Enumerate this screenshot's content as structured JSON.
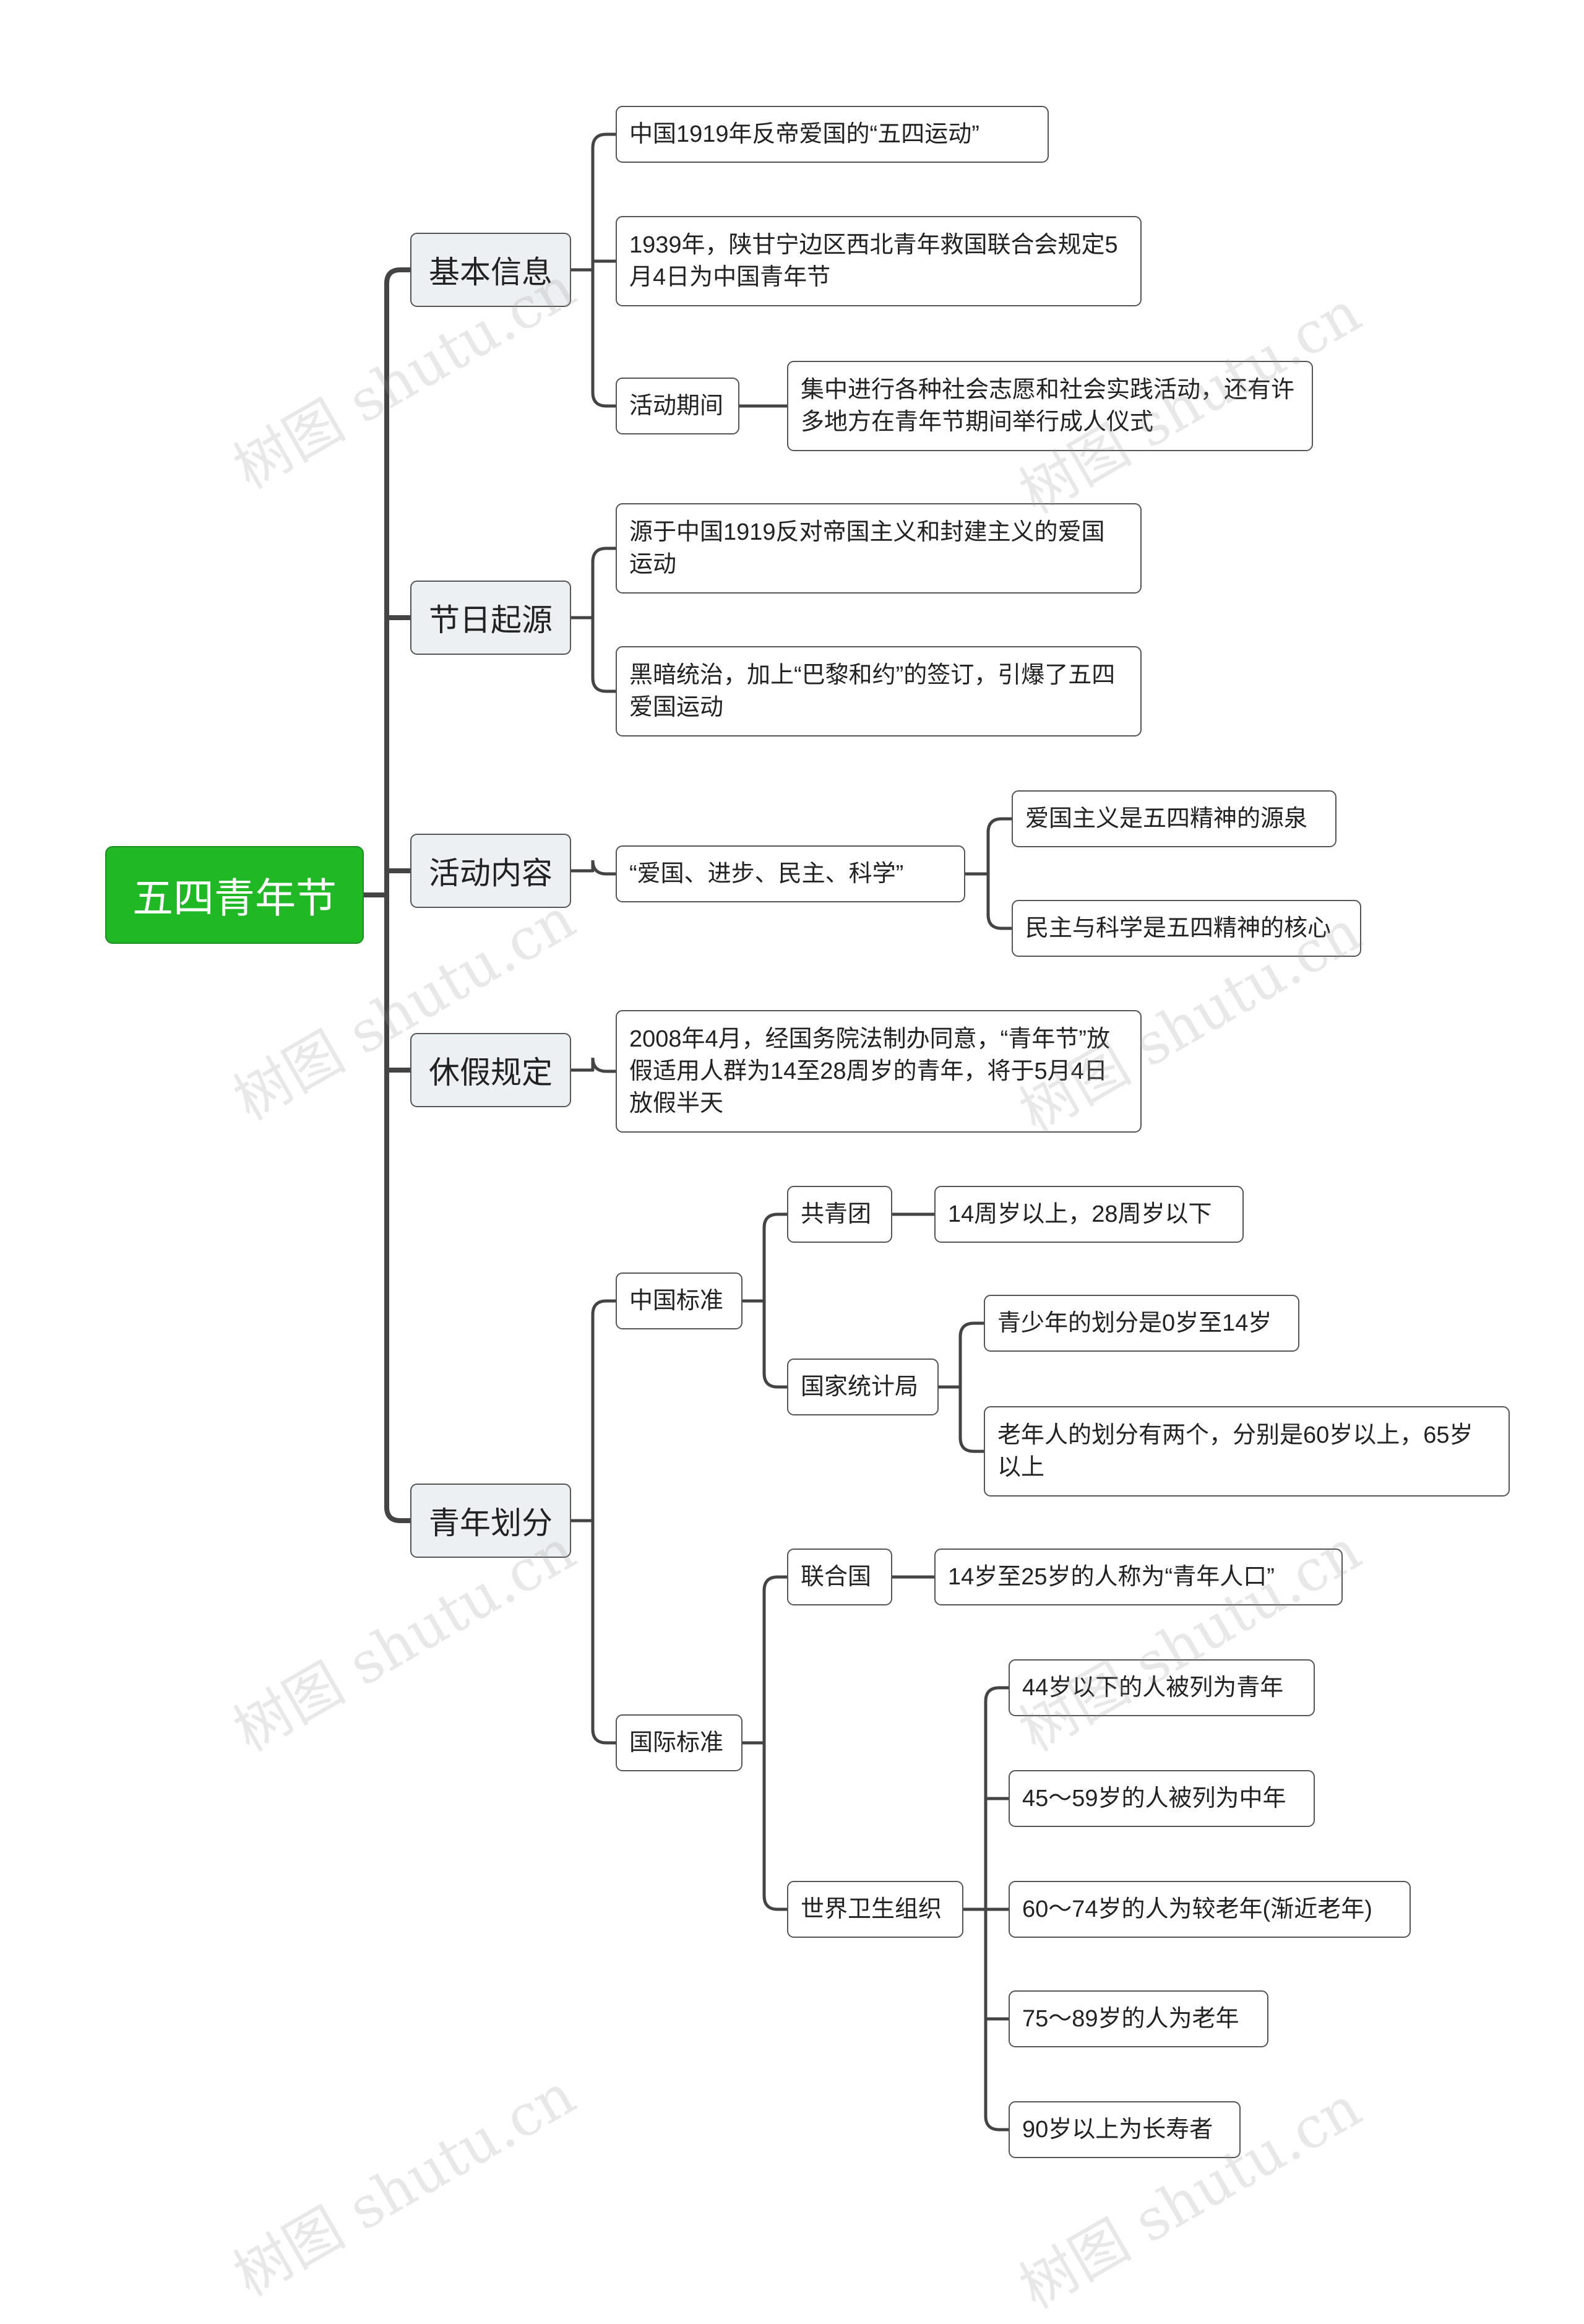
{
  "mindmap": {
    "root": "五四青年节",
    "branches": {
      "basic_info": {
        "label": "基本信息",
        "origin_text": "中国1919年反帝爱国的“五四运动”",
        "rule_text": "1939年，陕甘宁边区西北青年救国联合会规定5月4日为中国青年节",
        "activity_period": {
          "label": "活动期间",
          "detail": "集中进行各种社会志愿和社会实践活动，还有许多地方在青年节期间举行成人仪式"
        }
      },
      "origin": {
        "label": "节日起源",
        "item1": "源于中国1919反对帝国主义和封建主义的爱国运动",
        "item2": "黑暗统治，加上“巴黎和约”的签订，引爆了五四爱国运动"
      },
      "content": {
        "label": "活动内容",
        "slogan": "“爱国、进步、民主、科学”",
        "item1": "爱国主义是五四精神的源泉",
        "item2": "民主与科学是五四精神的核心"
      },
      "holiday": {
        "label": "休假规定",
        "detail": "2008年4月，经国务院法制办同意，“青年节”放假适用人群为14至28周岁的青年，将于5月4日放假半天"
      },
      "division": {
        "label": "青年划分",
        "china": {
          "label": "中国标准",
          "league": {
            "label": "共青团",
            "detail": "14周岁以上，28周岁以下"
          },
          "stats": {
            "label": "国家统计局",
            "item1": "青少年的划分是0岁至14岁",
            "item2": "老年人的划分有两个，分别是60岁以上，65岁以上"
          }
        },
        "intl": {
          "label": "国际标准",
          "un": {
            "label": "联合国",
            "detail": "14岁至25岁的人称为“青年人口”"
          },
          "who": {
            "label": "世界卫生组织",
            "items": [
              "44岁以下的人被列为青年",
              "45～59岁的人被列为中年",
              "60～74岁的人为较老年(渐近老年)",
              "75～89岁的人为老年",
              "90岁以上为长寿者"
            ]
          }
        }
      }
    }
  },
  "watermark": "树图 shutu.cn",
  "colors": {
    "root_fill": "#21b826",
    "branch_fill": "#edf0f3",
    "line": "#444444"
  }
}
